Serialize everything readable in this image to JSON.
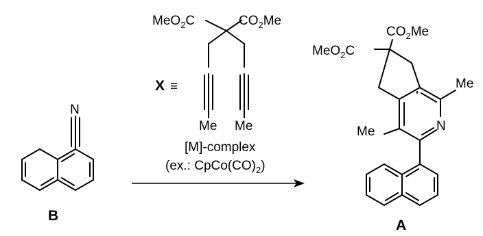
{
  "scheme": {
    "starting_material": {
      "label": "B",
      "nitrile_atom": "N"
    },
    "reagent": {
      "prefix": "X",
      "equiv_symbol": "≡",
      "ester_left": {
        "main": "MeO",
        "sub": "2",
        "tail": "C"
      },
      "ester_right": {
        "main": "CO",
        "sub": "2",
        "tail": "Me"
      },
      "methyl_left": "Me",
      "methyl_right": "Me"
    },
    "conditions": {
      "line1": "[M]-complex",
      "line2_main": "(ex.: CpCo(CO)",
      "line2_sub": "2",
      "line2_tail": ")"
    },
    "product": {
      "label": "A",
      "ester_left": {
        "main": "MeO",
        "sub": "2",
        "tail": "C"
      },
      "ester_right": {
        "main": "CO",
        "sub": "2",
        "tail": "Me"
      },
      "methyl_right": "Me",
      "ring_n": "N",
      "methyl_left": "Me"
    }
  }
}
